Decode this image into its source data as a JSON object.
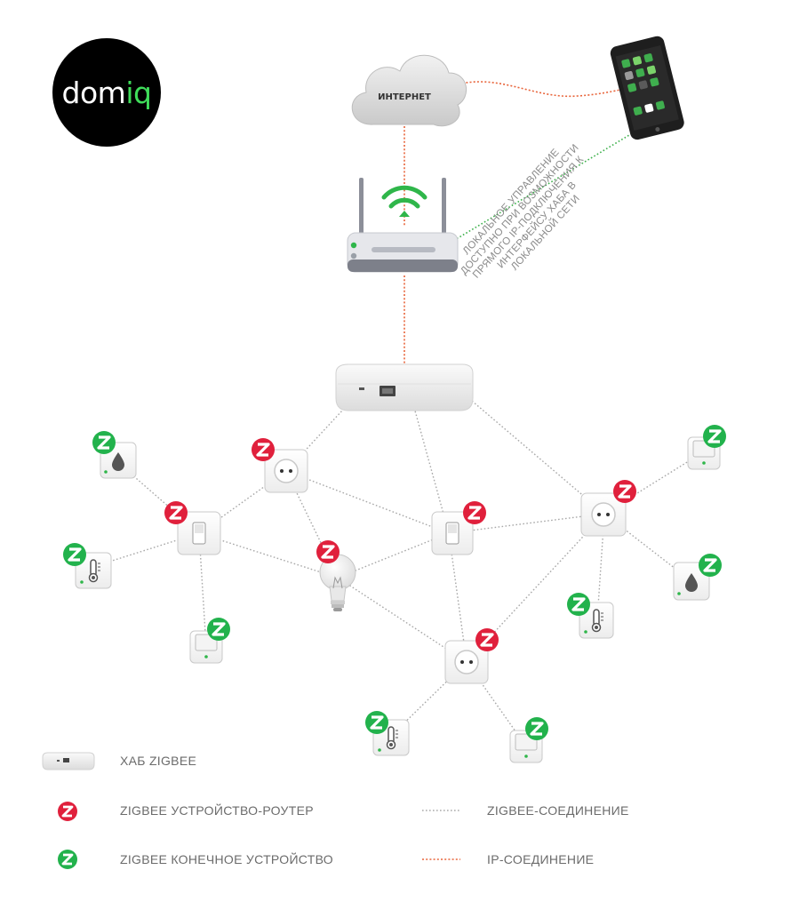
{
  "logo": {
    "main": "dom",
    "accent": "iq"
  },
  "cloud_label": "ИНТЕРНЕТ",
  "local_note": [
    "ЛОКАЛЬНОЕ УПРАВЛЕНИЕ",
    "ДОСТУПНО ПРИ ВОЗМОЖНОСТИ",
    "ПРЯМОГО IP-ПОДКЛЮЧЕНИЯ К",
    "ИНТЕРФЕЙСУ ХАБА В",
    "ЛОКАЛЬНОЙ СЕТИ"
  ],
  "legend": {
    "hub": "ХАБ ZIGBEE",
    "router": "ZIGBEE УСТРОЙСТВО-РОУТЕР",
    "end_device": "ZIGBEE КОНЕЧНОЕ УСТРОЙСТВО",
    "zigbee_link": "ZIGBEE-СОЕДИНЕНИЕ",
    "ip_link": "IP-СОЕДИНЕНИЕ"
  },
  "colors": {
    "router_badge": "#e0203c",
    "end_badge": "#22b24c",
    "ip_line": "#e8643a",
    "zigbee_line": "#a8a8a8",
    "wifi": "#2fb64a",
    "local_line": "#3cb04a"
  },
  "icons": [
    "cloud-icon",
    "smartphone-icon",
    "router-icon",
    "wifi-icon",
    "hub-icon",
    "socket-icon",
    "switch-icon",
    "bulb-icon",
    "thermometer-icon",
    "leak-sensor-icon",
    "motion-sensor-icon",
    "zigbee-logo-icon"
  ]
}
